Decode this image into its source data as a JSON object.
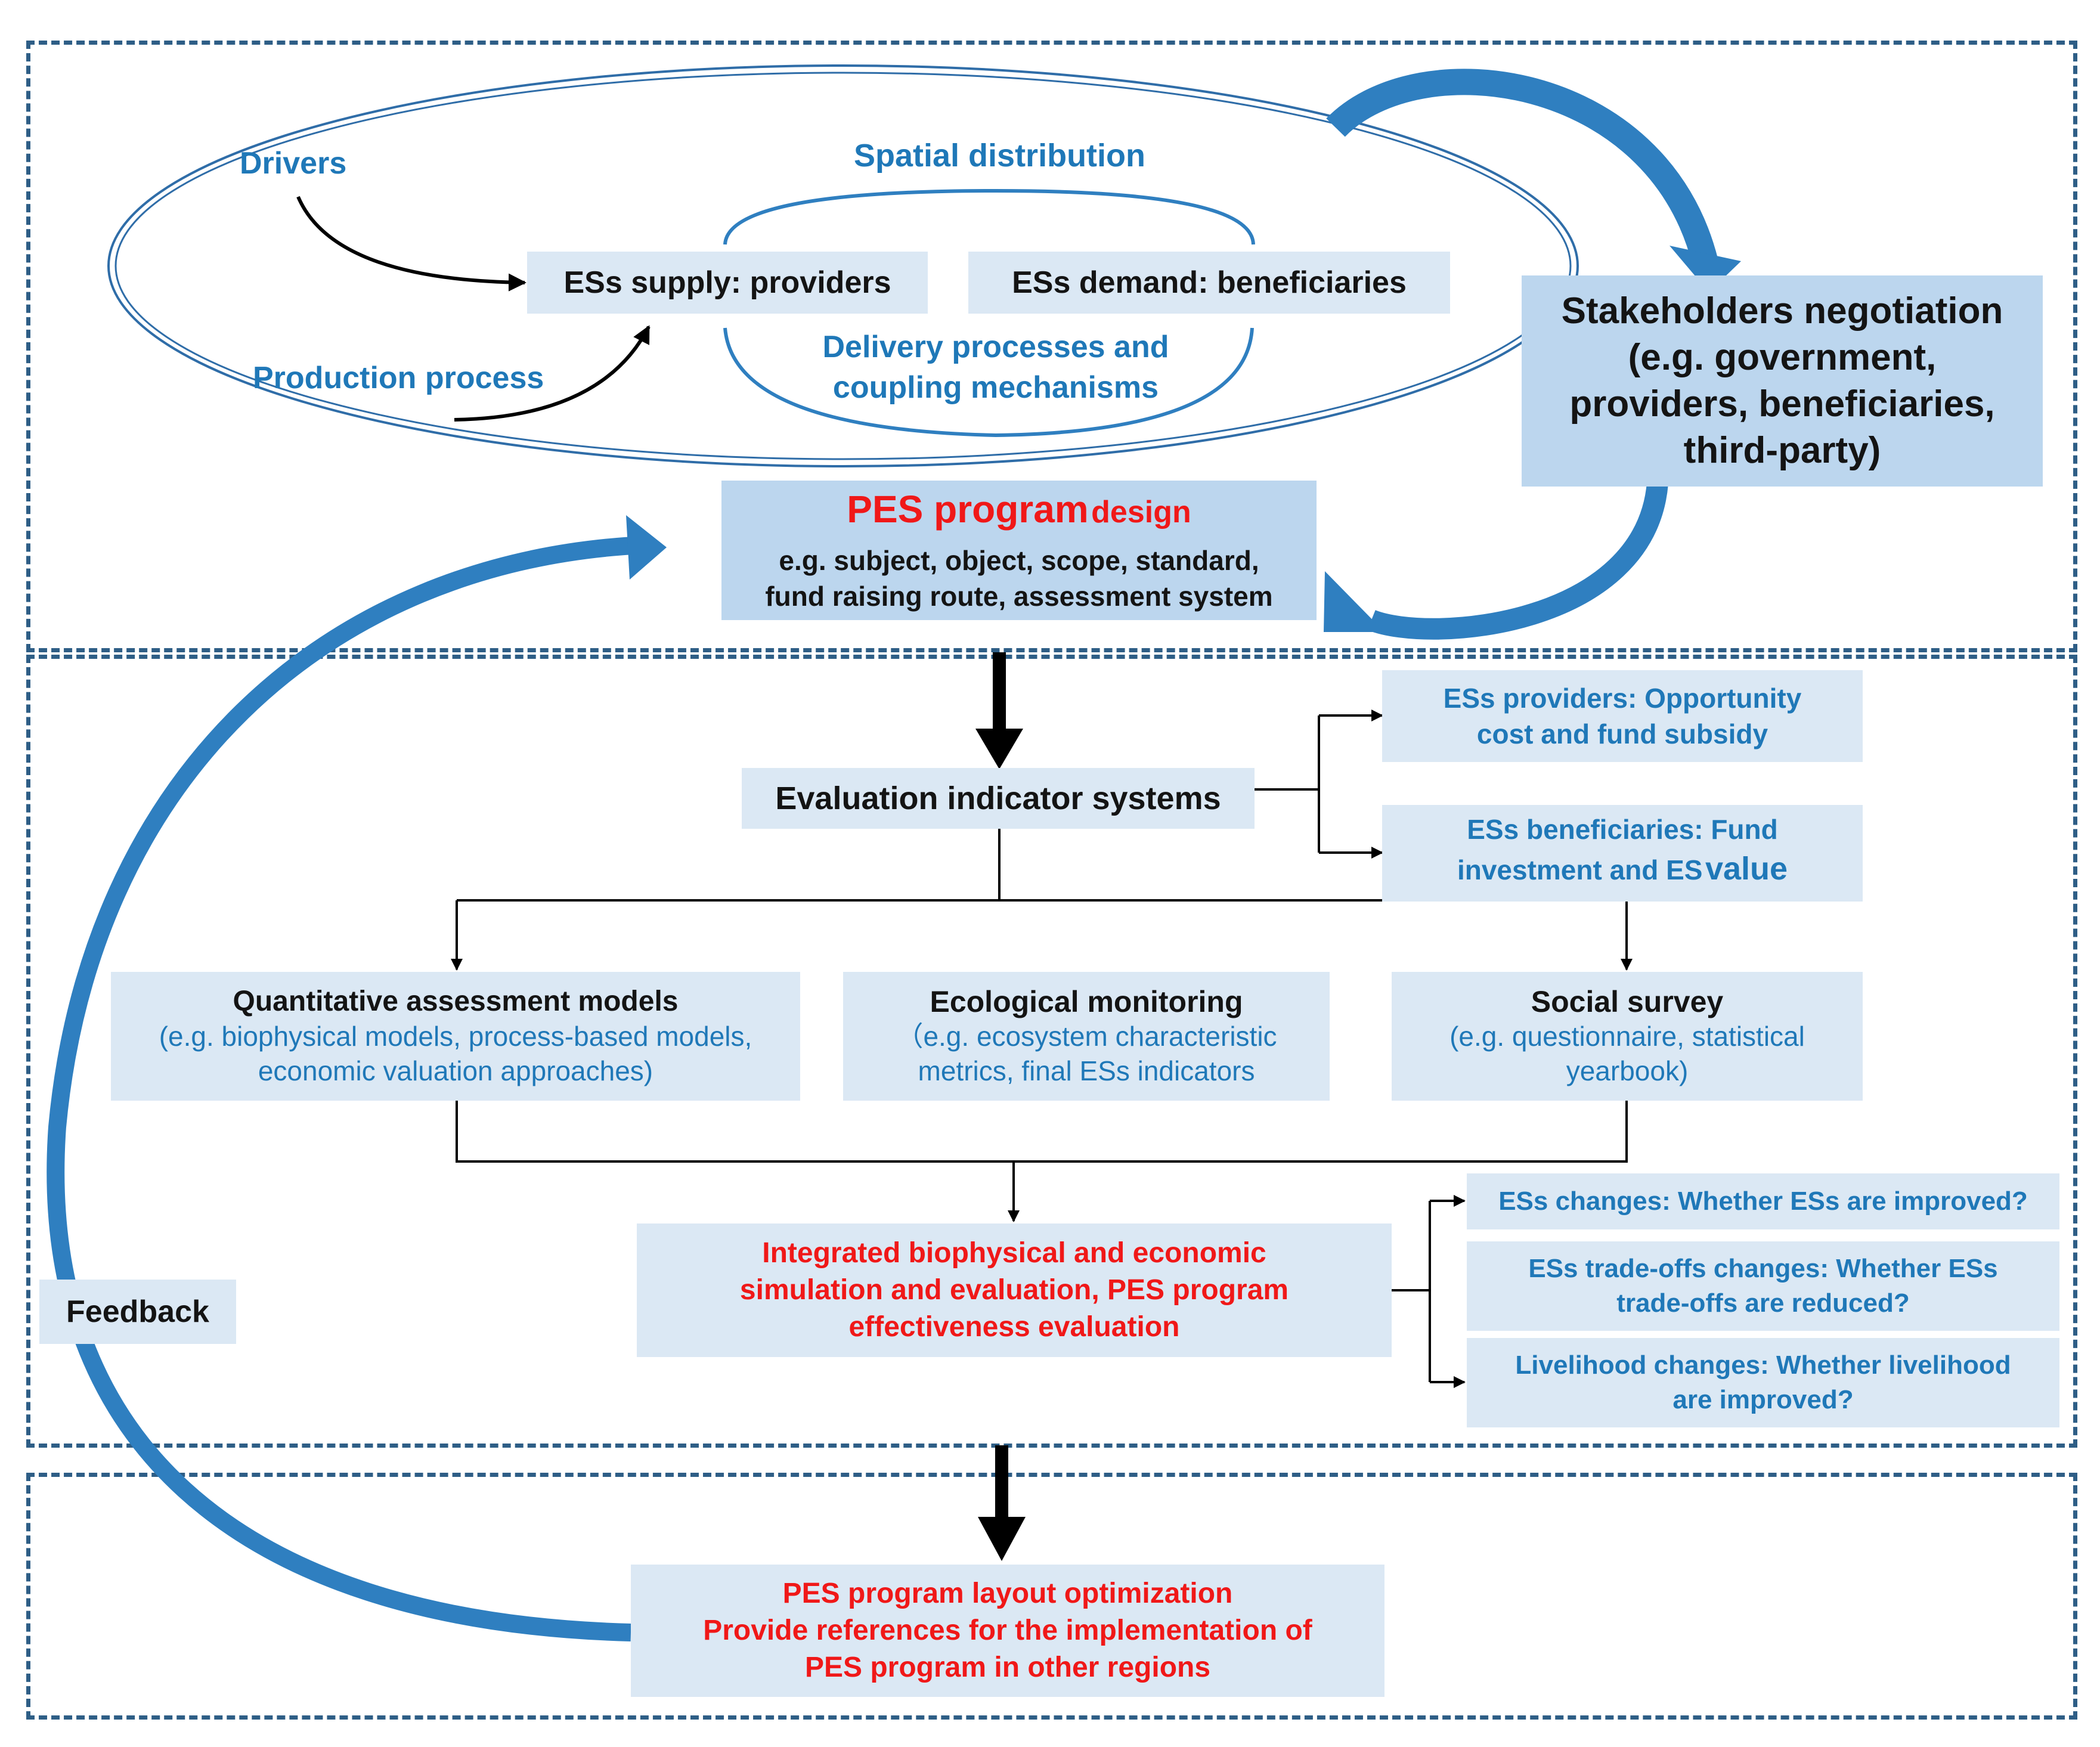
{
  "top_ellipse": {
    "drivers_label": "Drivers",
    "production_label": "Production process",
    "spatial_label": "Spatial distribution",
    "supply_box": "ESs supply: providers",
    "demand_box": "ESs demand: beneficiaries",
    "delivery_lines": [
      "Delivery processes and",
      "coupling mechanisms"
    ]
  },
  "stakeholders": {
    "lines": [
      "Stakeholders negotiation",
      "(e.g. government,",
      "providers, beneficiaries,",
      "third-party)"
    ]
  },
  "pes_design": {
    "title_red_large": "PES program",
    "title_red_small": "design",
    "lines": [
      "e.g. subject, object, scope, standard,",
      "fund raising route, assessment system"
    ]
  },
  "evaluation": {
    "label": "Evaluation indicator systems",
    "providers_lines": [
      "ESs providers: Opportunity",
      "cost and fund subsidy"
    ],
    "beneficiaries_line1": "ESs beneficiaries: Fund",
    "beneficiaries_line2_a": "investment and ES",
    "beneficiaries_line2_b": "value"
  },
  "methods": [
    {
      "title": "Quantitative assessment models",
      "lines": [
        "(e.g. biophysical models, process-based models,",
        "economic valuation approaches)"
      ]
    },
    {
      "title": "Ecological monitoring",
      "lines": [
        "（e.g. ecosystem characteristic",
        "metrics, final ESs indicators"
      ]
    },
    {
      "title": "Social survey",
      "lines": [
        "(e.g. questionnaire, statistical",
        "yearbook)"
      ]
    }
  ],
  "integrated": {
    "lines": [
      "Integrated biophysical and economic",
      "simulation and evaluation, PES program",
      "effectiveness evaluation"
    ]
  },
  "outcomes": [
    {
      "lines": [
        "ESs changes: Whether ESs are improved?"
      ]
    },
    {
      "lines": [
        "ESs trade-offs changes: Whether ESs",
        "trade-offs are reduced?"
      ]
    },
    {
      "lines": [
        "Livelihood changes: Whether livelihood",
        "are improved?"
      ]
    }
  ],
  "feedback": {
    "label": "Feedback"
  },
  "layout_opt": {
    "lines": [
      "PES program layout optimization",
      "Provide references for the implementation of",
      "PES program in other regions"
    ]
  },
  "colors": {
    "dark_text": "#141414",
    "blue_text": "#1f78b8",
    "red_text": "#f01818",
    "box_fill": "#dbe8f4",
    "box_fill_mid": "#bcd6ee",
    "dashed_border": "#2e5e86",
    "curved_arrow": "#2f7fc0"
  }
}
